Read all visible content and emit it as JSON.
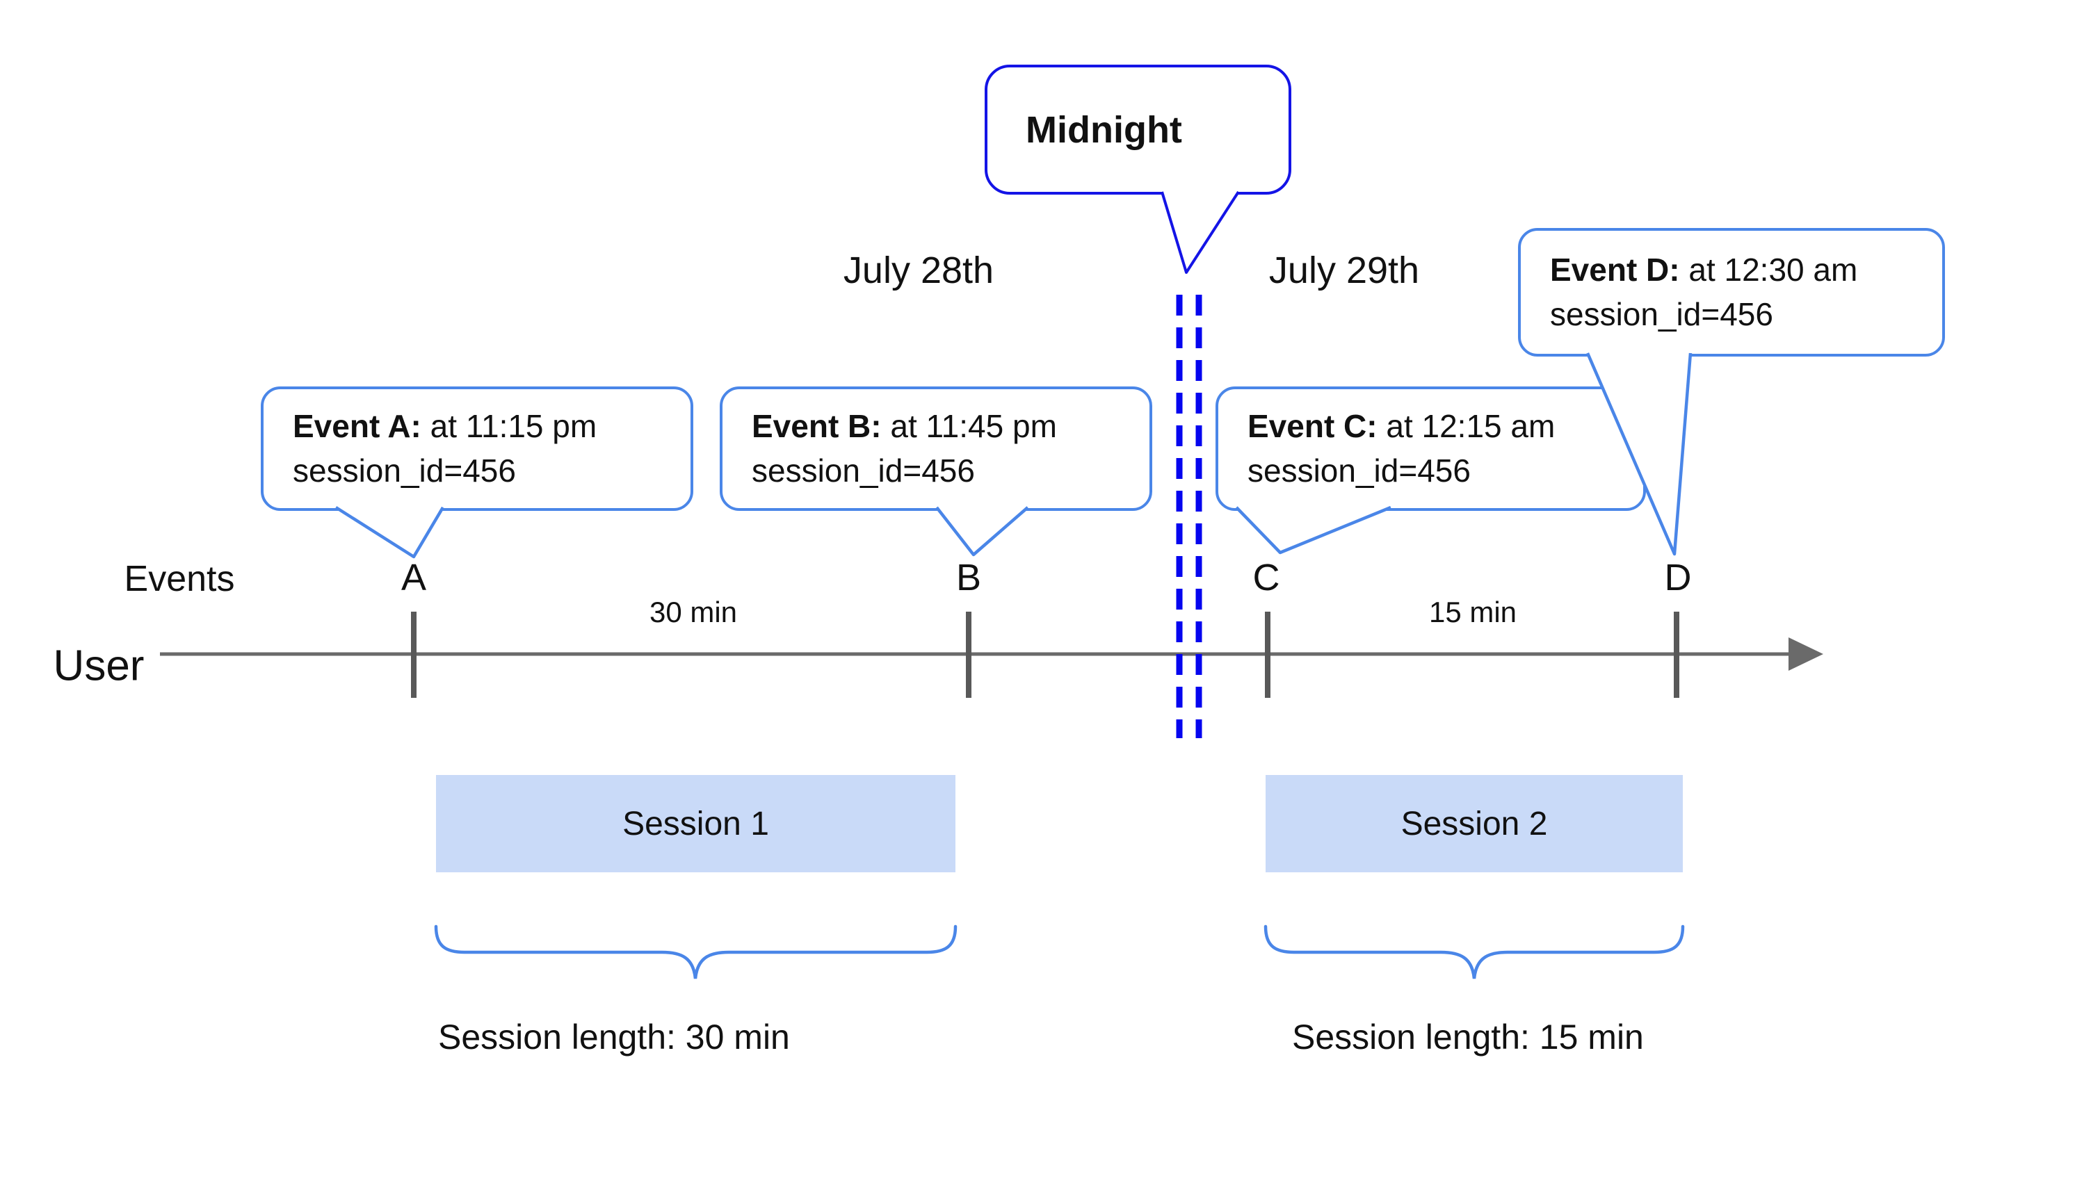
{
  "colors": {
    "bubble_border_light": "#4a86e8",
    "bubble_border_deep": "#1414e6",
    "midnight_dash": "#0505ef",
    "session_fill": "#c9daf8",
    "axis_gray": "#6a6a6a",
    "tick_gray": "#595959",
    "text": "#111111"
  },
  "midnight": {
    "label": "Midnight"
  },
  "dates": {
    "left": "July 28th",
    "right": "July 29th"
  },
  "axis": {
    "events_label": "Events",
    "user_label": "User"
  },
  "events": [
    {
      "label": "A",
      "bubble_bold": "Event A:",
      "bubble_rest": " at 11:15 pm",
      "bubble_line2": "session_id=456"
    },
    {
      "label": "B",
      "bubble_bold": "Event B:",
      "bubble_rest": " at 11:45 pm",
      "bubble_line2": "session_id=456"
    },
    {
      "label": "C",
      "bubble_bold": "Event C:",
      "bubble_rest": " at 12:15 am",
      "bubble_line2": "session_id=456"
    },
    {
      "label": "D",
      "bubble_bold": "Event D:",
      "bubble_rest": " at 12:30 am",
      "bubble_line2": "session_id=456"
    }
  ],
  "intervals": [
    {
      "label": "30 min"
    },
    {
      "label": "15 min"
    }
  ],
  "sessions": [
    {
      "name": "Session 1",
      "length_label": "Session length: 30 min"
    },
    {
      "name": "Session 2",
      "length_label": "Session length: 15 min"
    }
  ]
}
